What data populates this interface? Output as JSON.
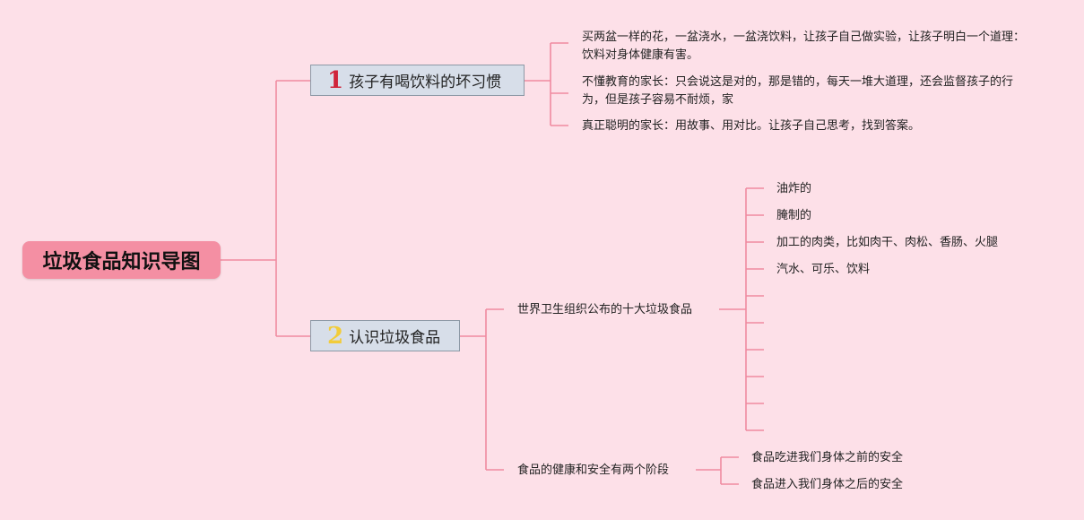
{
  "root": {
    "title": "垃圾食品知识导图"
  },
  "topic1": {
    "number": "1",
    "title": "孩子有喝饮料的坏习惯",
    "items": [
      "买两盆一样的花，一盆浇水，一盆浇饮料，让孩子自己做实验，让孩子明白一个道理：饮料对身体健康有害。",
      "不懂教育的家长：只会说这是对的，那是错的，每天一堆大道理，还会监督孩子的行为，但是孩子容易不耐烦，家",
      "真正聪明的家长：用故事、用对比。让孩子自己思考，找到答案。"
    ]
  },
  "topic2": {
    "number": "2",
    "title": "认识垃圾食品",
    "sub1": {
      "title": "世界卫生组织公布的十大垃圾食品",
      "items": [
        "油炸的",
        "腌制的",
        "加工的肉类，比如肉干、肉松、香肠、火腿",
        "汽水、可乐、饮料"
      ]
    },
    "sub2": {
      "title": "食品的健康和安全有两个阶段",
      "items": [
        "食品吃进我们身体之前的安全",
        "食品进入我们身体之后的安全"
      ]
    }
  }
}
